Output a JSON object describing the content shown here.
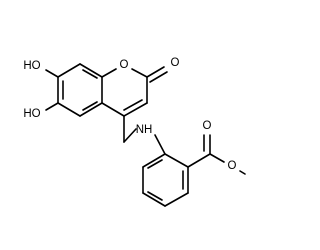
{
  "structure": {
    "atom_labels": {
      "hydroxyl_upper": "HO",
      "hydroxyl_lower": "HO",
      "ring_oxygen": "O",
      "carbonyl_oxygen": "O",
      "amine": "NH",
      "ester_carbonyl_oxygen": "O",
      "ester_oxygen": "O"
    }
  }
}
